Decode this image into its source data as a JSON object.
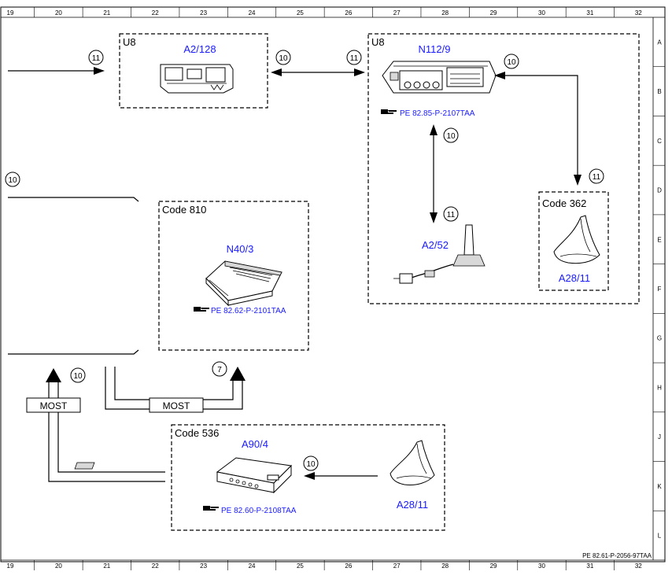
{
  "grid": {
    "columns": [
      "19",
      "20",
      "21",
      "22",
      "23",
      "24",
      "25",
      "26",
      "27",
      "28",
      "29",
      "30",
      "31",
      "32"
    ],
    "rows": [
      "A",
      "B",
      "C",
      "D",
      "E",
      "F",
      "G",
      "H",
      "J",
      "K",
      "L"
    ]
  },
  "boxes": {
    "a2_128_box": {
      "tag": "U8"
    },
    "n112_box": {
      "tag": "U8"
    },
    "code810_box": {
      "tag": "Code 810"
    },
    "code362_box": {
      "tag": "Code 362"
    },
    "code536_box": {
      "tag": "Code 536"
    }
  },
  "components": {
    "a2_128": {
      "label": "A2/128"
    },
    "n112_9": {
      "label": "N112/9",
      "ref": "PE 82.85-P-2107TAA"
    },
    "a2_52": {
      "label": "A2/52"
    },
    "a28_11_upper": {
      "label": "A28/11"
    },
    "n40_3": {
      "label": "N40/3",
      "ref": "PE 82.62-P-2101TAA"
    },
    "a90_4": {
      "label": "A90/4",
      "ref": "PE 82.60-P-2108TAA"
    },
    "a28_11_lower": {
      "label": "A28/11"
    }
  },
  "connection_markers": {
    "left_in_to_a2_128": "11",
    "a2_128_n112_left": "10",
    "a2_128_n112_right": "11",
    "n112_to_code362_top": "10",
    "n112_to_code362_bottom": "11",
    "n112_to_a2_52_top": "10",
    "n112_to_a2_52_bottom": "11",
    "left_block": "10",
    "most_left": "10",
    "most_right": "7",
    "a28_to_a90": "10"
  },
  "bus": {
    "left_label": "MOST",
    "right_label": "MOST"
  },
  "footer": {
    "document_ref": "PE 82.61-P-2056-97TAA"
  },
  "colors": {
    "line": "#000000",
    "component_label": "#1a1aff"
  },
  "icons": {
    "reference": "pointing-hand-icon"
  }
}
